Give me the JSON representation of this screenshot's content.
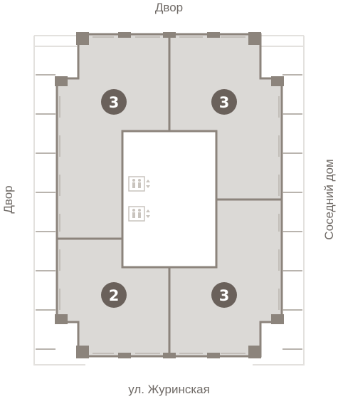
{
  "orientation": {
    "top": "Двор",
    "bottom": "ул. Журинская",
    "left": "Двор",
    "right": "Соседний дом"
  },
  "apartments": [
    {
      "id": "top-left",
      "rooms": "3"
    },
    {
      "id": "top-right",
      "rooms": "3"
    },
    {
      "id": "bottom-left",
      "rooms": "2"
    },
    {
      "id": "bottom-right",
      "rooms": "3"
    }
  ],
  "core": {
    "elevator_count": 2,
    "elevator_icon": "elevator-icon"
  },
  "colors": {
    "apartment_fill": "#dbd9d6",
    "core_fill": "#ffffff",
    "wall": "#8c847c",
    "balcony": "#e6e4e1",
    "badge": "#6a615b",
    "label": "#6f6a66"
  }
}
